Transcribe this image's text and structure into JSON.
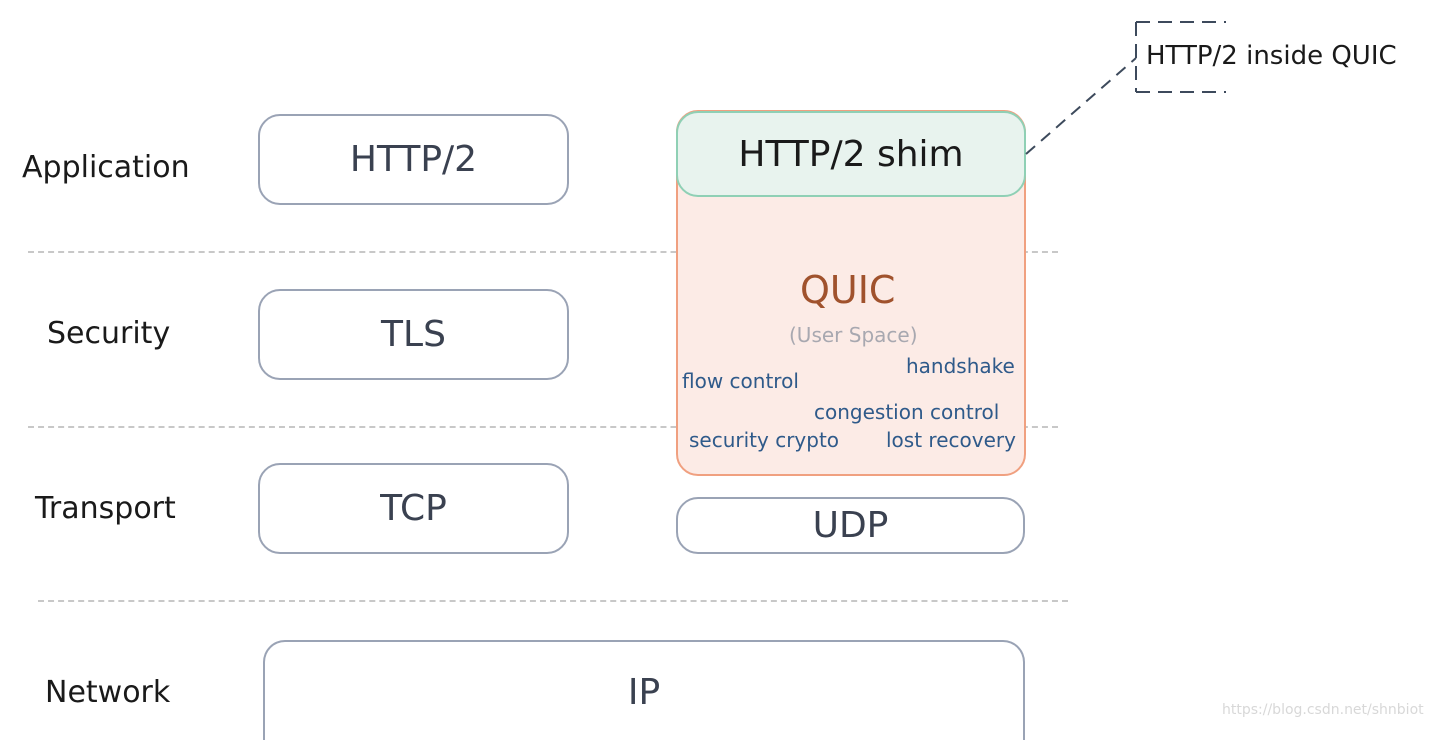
{
  "layers": {
    "application": "Application",
    "security": "Security",
    "transport": "Transport",
    "network": "Network"
  },
  "stack_left": {
    "http2": "HTTP/2",
    "tls": "TLS",
    "tcp": "TCP"
  },
  "stack_right": {
    "shim": "HTTP/2 shim",
    "quic_title": "QUIC",
    "quic_subtitle": "(User Space)",
    "features": {
      "handshake": "handshake",
      "flow_control": "flow control",
      "congestion_control": "congestion control",
      "security_crypto": "security crypto",
      "lost_recovery": "lost recovery"
    },
    "udp": "UDP"
  },
  "ip": "IP",
  "callout": "HTTP/2 inside QUIC",
  "watermark": "https://blog.csdn.net/shnbiot",
  "colors": {
    "box_border": "#9aa3b5",
    "quic_fill": "#fcebe6",
    "quic_border": "#f0a080",
    "shim_fill": "#e8f3ee",
    "shim_border": "#8fd0b5",
    "quic_title": "#a0522d",
    "feature_text": "#2f5a8a"
  }
}
